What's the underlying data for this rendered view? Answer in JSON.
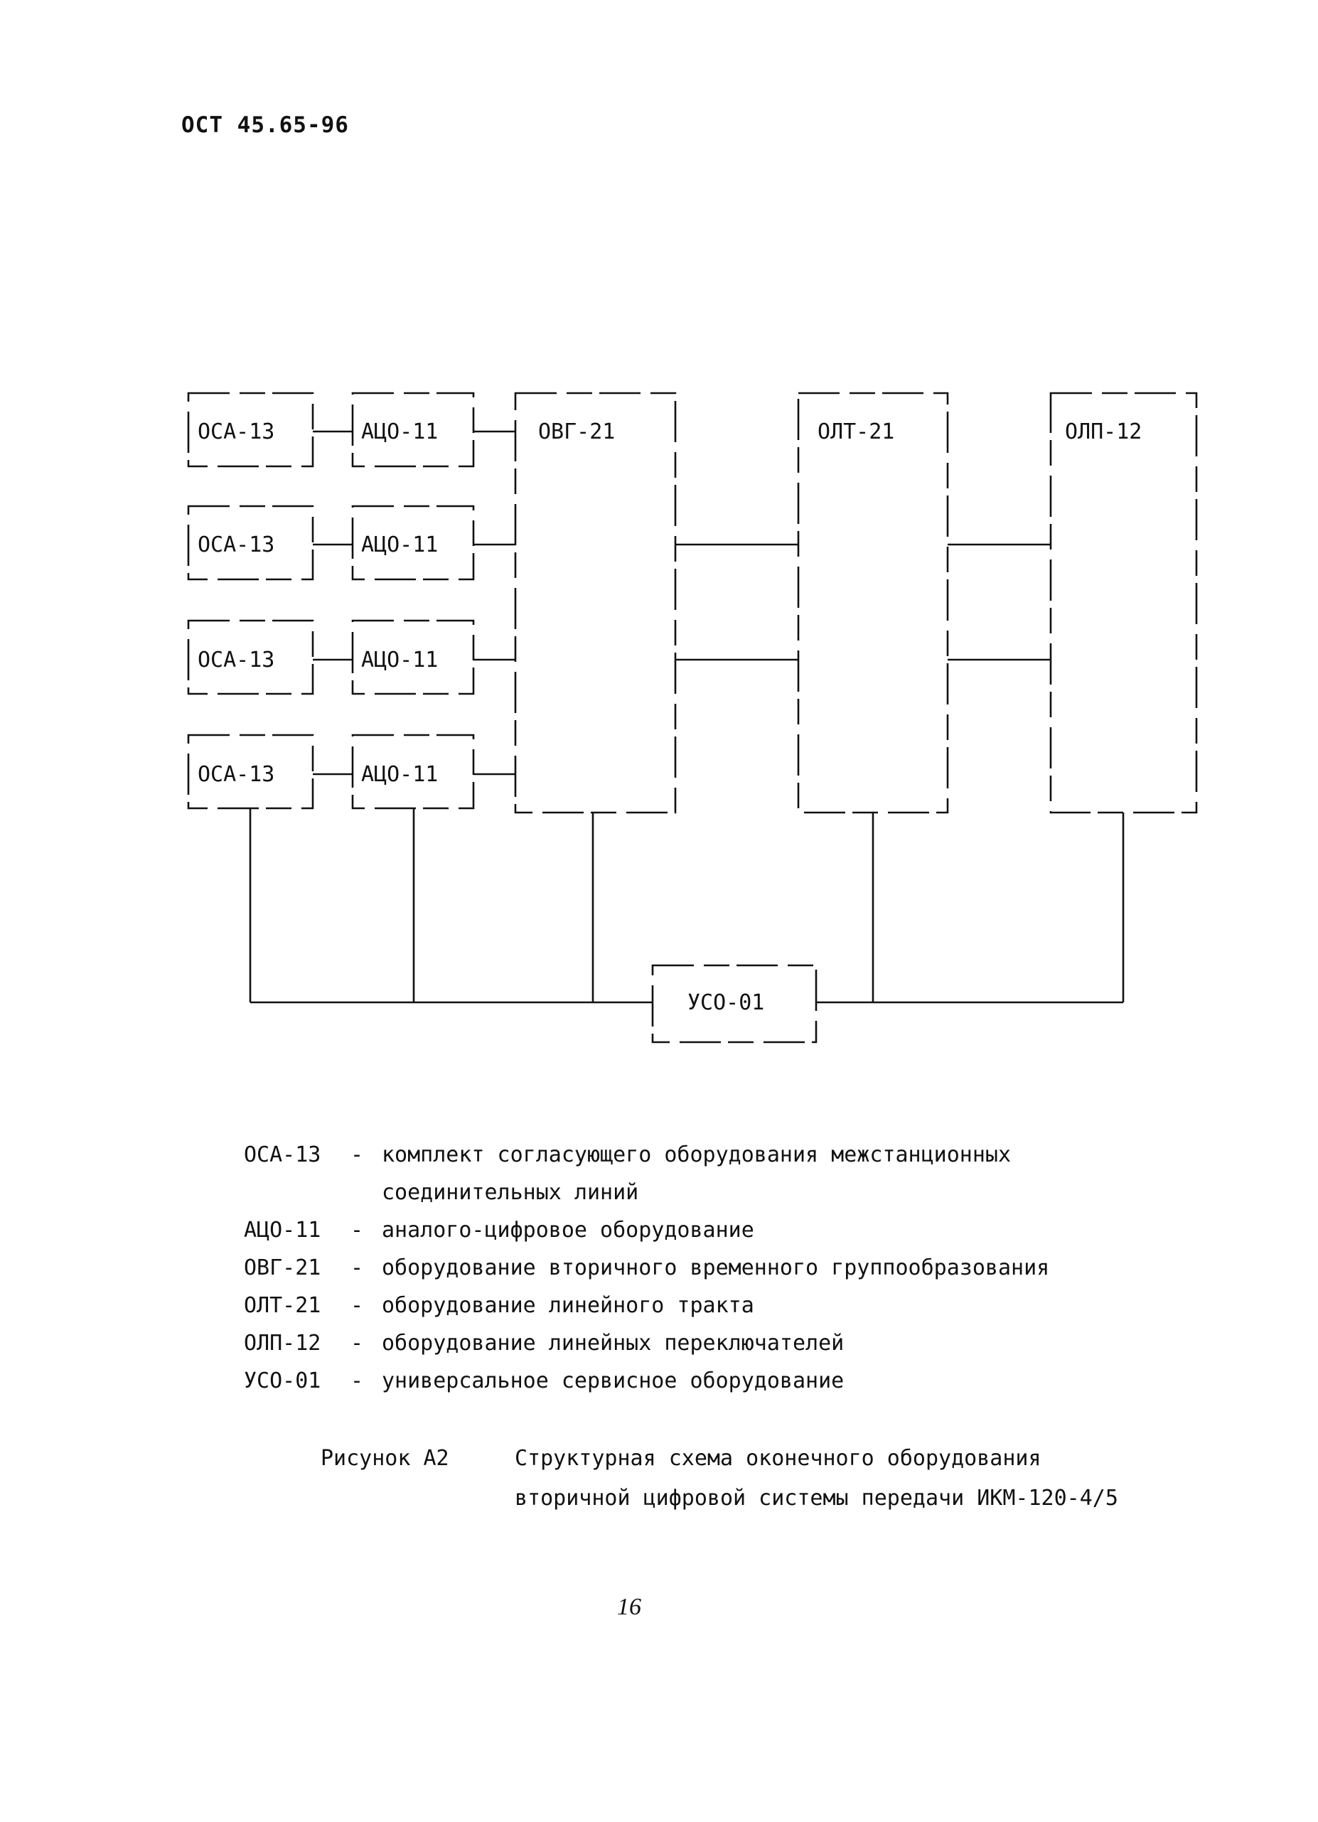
{
  "header": {
    "doc_code": "ОСТ 45.65-96"
  },
  "diagram": {
    "blocks": {
      "osa": [
        "ОСА-13",
        "ОСА-13",
        "ОСА-13",
        "ОСА-13"
      ],
      "aco": [
        "АЦО-11",
        "АЦО-11",
        "АЦО-11",
        "АЦО-11"
      ],
      "ovg": "ОВГ-21",
      "olt": "ОЛТ-21",
      "olp": "ОЛП-12",
      "uso": "УСО-01"
    }
  },
  "legend": [
    {
      "code": "ОСА-13",
      "dash": "-",
      "lines": [
        "комплект согласующего оборудования межстанционных",
        "соединительных линий"
      ]
    },
    {
      "code": "АЦО-11",
      "dash": "-",
      "lines": [
        "аналого-цифровое оборудование"
      ]
    },
    {
      "code": "ОВГ-21",
      "dash": "-",
      "lines": [
        "оборудование вторичного временного группообразования"
      ]
    },
    {
      "code": "ОЛТ-21",
      "dash": "-",
      "lines": [
        "оборудование линейного тракта"
      ]
    },
    {
      "code": "ОЛП-12",
      "dash": "-",
      "lines": [
        "оборудование линейных переключателей"
      ]
    },
    {
      "code": "УСО-01",
      "dash": "-",
      "lines": [
        "универсальное сервисное оборудование"
      ]
    }
  ],
  "caption": {
    "label": "Рисунок А2",
    "line1": "Структурная схема оконечного оборудования",
    "line2": "вторичной цифровой системы передачи ИКМ-120-4/5"
  },
  "footer": {
    "page_number": "16"
  }
}
